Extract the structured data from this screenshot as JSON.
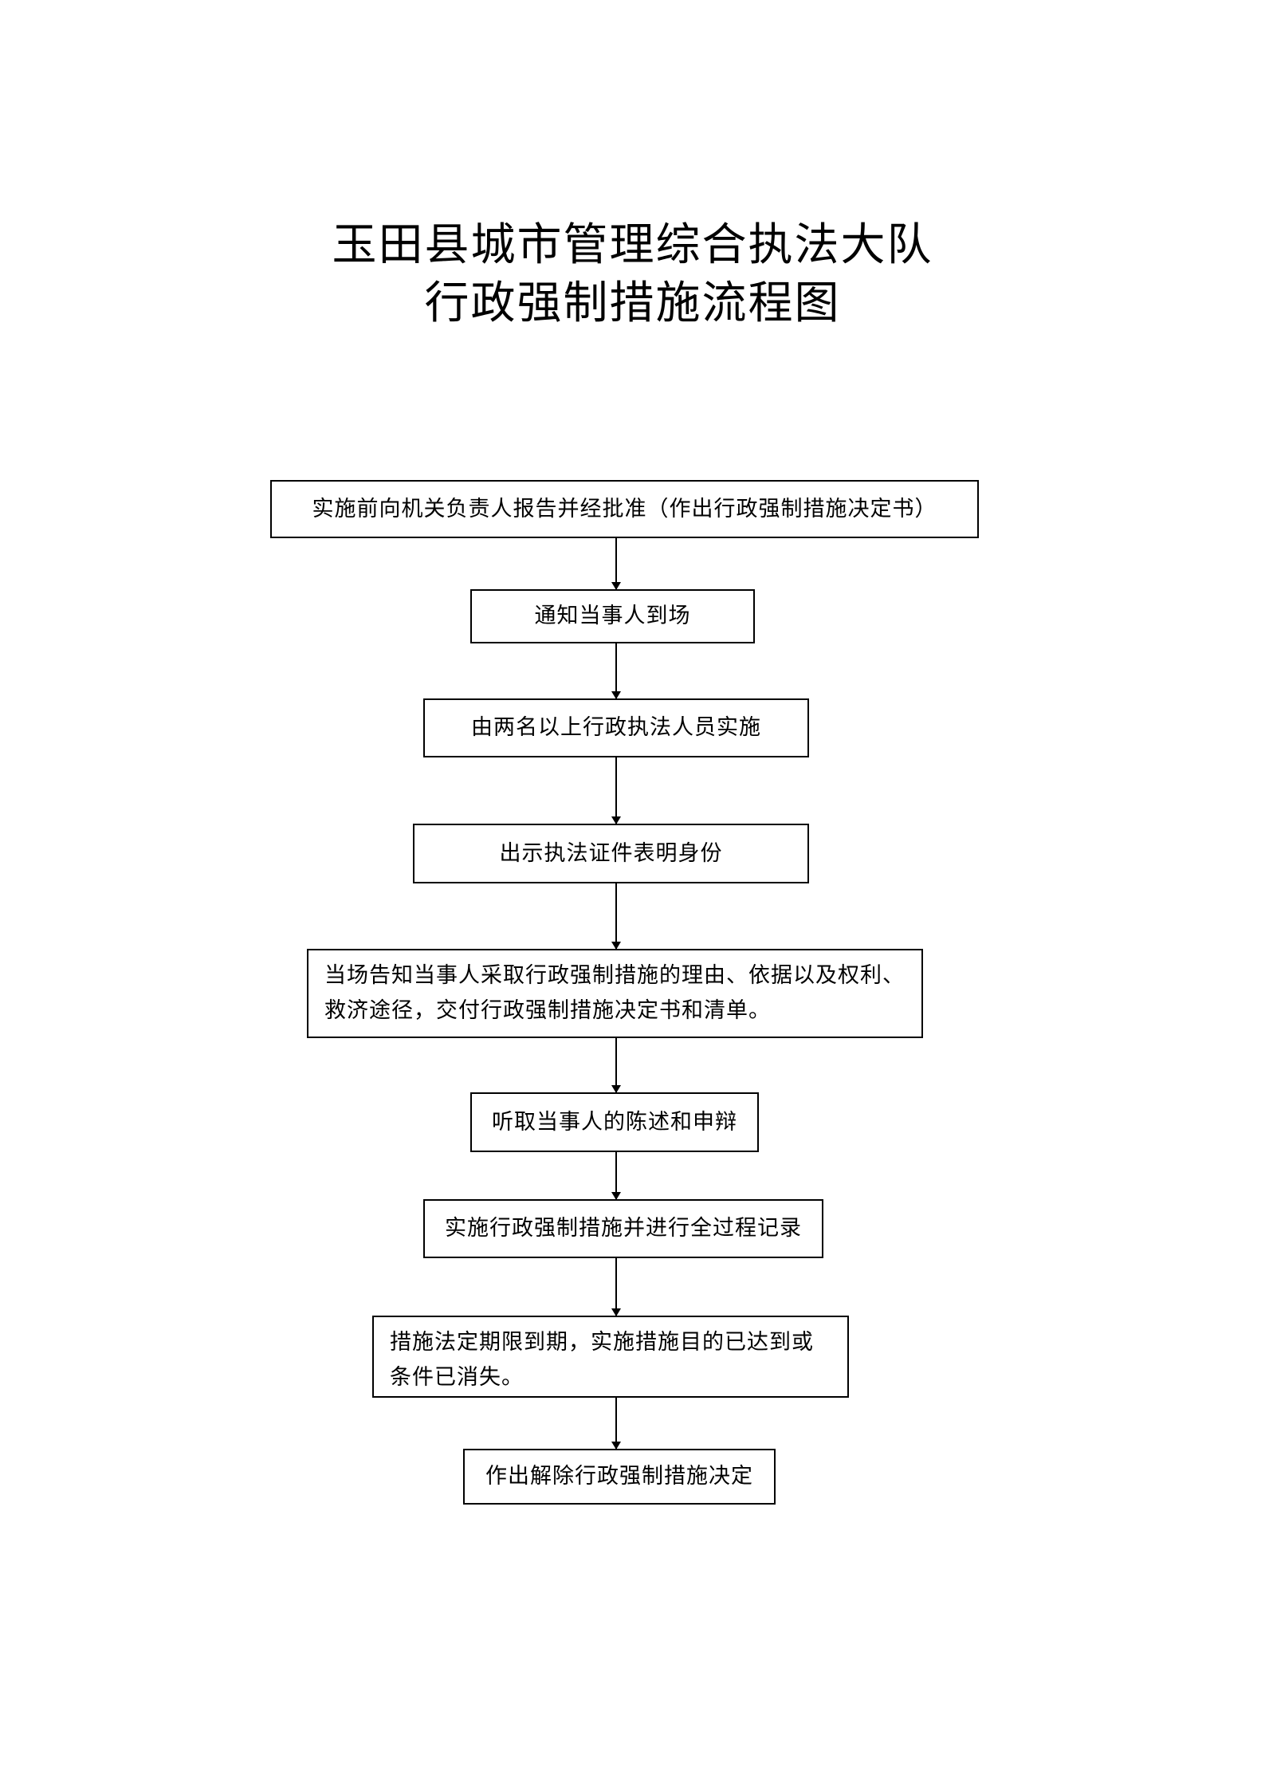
{
  "header": {
    "title_line1": "玉田县城市管理综合执法大队",
    "title_line2": "行政强制措施流程图"
  },
  "steps": [
    "实施前向机关负责人报告并经批准（作出行政强制措施决定书）",
    "通知当事人到场",
    "由两名以上行政执法人员实施",
    "出示执法证件表明身份",
    "当场告知当事人采取行政强制措施的理由、依据以及权利、救济途径，交付行政强制措施决定书和清单。",
    "听取当事人的陈述和申辩",
    "实施行政强制措施并进行全过程记录",
    "措施法定期限到期，实施措施目的已达到或条件已消失。",
    "作出解除行政强制措施决定"
  ]
}
